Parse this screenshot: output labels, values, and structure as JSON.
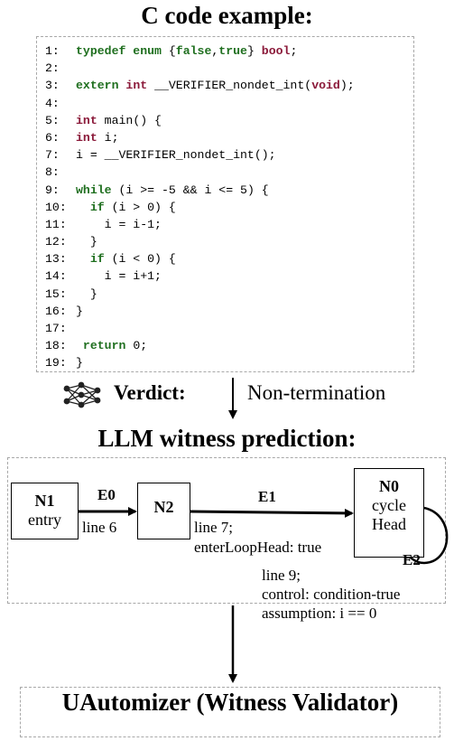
{
  "titles": {
    "code": "C code example:",
    "llm": "LLM witness prediction:",
    "validator": "UAutomizer (Witness Validator)"
  },
  "code_lines": [
    {
      "n": "1:",
      "parts": [
        {
          "t": "typedef enum",
          "c": "kw"
        },
        {
          "t": " {"
        },
        {
          "t": "false",
          "c": "kw"
        },
        {
          "t": ","
        },
        {
          "t": "true",
          "c": "kw"
        },
        {
          "t": "} "
        },
        {
          "t": "bool",
          "c": "ty"
        },
        {
          "t": ";"
        }
      ]
    },
    {
      "n": "2:",
      "parts": []
    },
    {
      "n": "3:",
      "parts": [
        {
          "t": "extern",
          "c": "kw"
        },
        {
          "t": " "
        },
        {
          "t": "int",
          "c": "ty"
        },
        {
          "t": " __VERIFIER_nondet_int("
        },
        {
          "t": "void",
          "c": "ty"
        },
        {
          "t": ");"
        }
      ]
    },
    {
      "n": "4:",
      "parts": []
    },
    {
      "n": "5:",
      "parts": [
        {
          "t": "int",
          "c": "ty"
        },
        {
          "t": " main() {"
        }
      ]
    },
    {
      "n": "6:",
      "parts": [
        {
          "t": "int",
          "c": "ty"
        },
        {
          "t": " i;"
        }
      ]
    },
    {
      "n": "7:",
      "parts": [
        {
          "t": "i = __VERIFIER_nondet_int();"
        }
      ]
    },
    {
      "n": "8:",
      "parts": []
    },
    {
      "n": "9:",
      "parts": [
        {
          "t": "while",
          "c": "kw"
        },
        {
          "t": " (i >= -5 && i <= 5) {"
        }
      ]
    },
    {
      "n": "10:",
      "parts": [
        {
          "t": "  "
        },
        {
          "t": "if",
          "c": "kw"
        },
        {
          "t": " (i > 0) {"
        }
      ]
    },
    {
      "n": "11:",
      "parts": [
        {
          "t": "    i = i-1;"
        }
      ]
    },
    {
      "n": "12:",
      "parts": [
        {
          "t": "  }"
        }
      ]
    },
    {
      "n": "13:",
      "parts": [
        {
          "t": "  "
        },
        {
          "t": "if",
          "c": "kw"
        },
        {
          "t": " (i < 0) {"
        }
      ]
    },
    {
      "n": "14:",
      "parts": [
        {
          "t": "    i = i+1;"
        }
      ]
    },
    {
      "n": "15:",
      "parts": [
        {
          "t": "  }"
        }
      ]
    },
    {
      "n": "16:",
      "parts": [
        {
          "t": "}"
        }
      ]
    },
    {
      "n": "17:",
      "parts": []
    },
    {
      "n": "18:",
      "parts": [
        {
          "t": " "
        },
        {
          "t": "return",
          "c": "kw"
        },
        {
          "t": " 0;"
        }
      ]
    },
    {
      "n": "19:",
      "parts": [
        {
          "t": "}"
        }
      ]
    }
  ],
  "verdict": {
    "label": "Verdict:",
    "value": "Non-termination",
    "icon": "neural-network-icon"
  },
  "graph": {
    "nodes": {
      "n1": {
        "id": "N1",
        "text": "entry"
      },
      "n2": {
        "id": "N2",
        "text": ""
      },
      "n0": {
        "id": "N0",
        "line1": "cycle",
        "line2": "Head"
      }
    },
    "edges": {
      "e0": {
        "id": "E0",
        "label": "line 6"
      },
      "e1": {
        "id": "E1",
        "label1": "line 7;",
        "label2": "enterLoopHead: true"
      },
      "e2": {
        "id": "E2",
        "label1": "line 9;",
        "label2": "control: condition-true",
        "label3": "assumption: i == 0"
      }
    }
  }
}
